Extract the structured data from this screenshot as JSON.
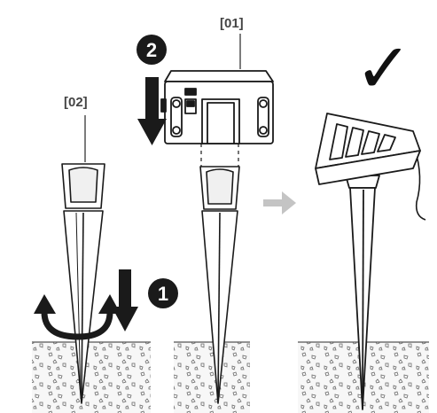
{
  "labels": {
    "part_01": "[01]",
    "part_02": "[02]"
  },
  "steps": {
    "step_1": "1",
    "step_2": "2"
  },
  "done_mark": "✓",
  "colors": {
    "ink": "#1a1a1a",
    "label": "#444444",
    "arrow_next": "#c4c4c4",
    "ground_line": "#555555",
    "ground_fill": "#f7f7f7"
  },
  "icons": {
    "step_2_direction": "arrow-down-icon",
    "step_1_direction": "arrow-down-icon",
    "step_1_rotation": "rotate-icon",
    "next_stage": "arrow-right-icon",
    "done": "checkmark-icon"
  }
}
